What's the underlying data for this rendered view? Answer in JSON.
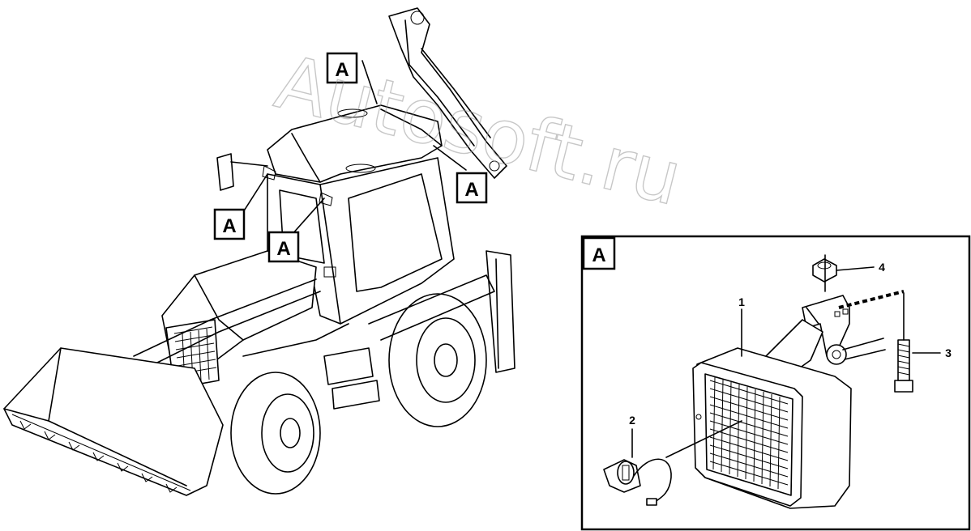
{
  "callouts": {
    "a1": "A",
    "a2": "A",
    "a3": "A",
    "a4": "A",
    "detail": "A"
  },
  "parts": {
    "p1": "1",
    "p2": "2",
    "p3": "3",
    "p4": "4"
  },
  "watermark": "Autosoft.ru",
  "colors": {
    "ink": "#000000",
    "watermark": "#9a9a9a"
  }
}
